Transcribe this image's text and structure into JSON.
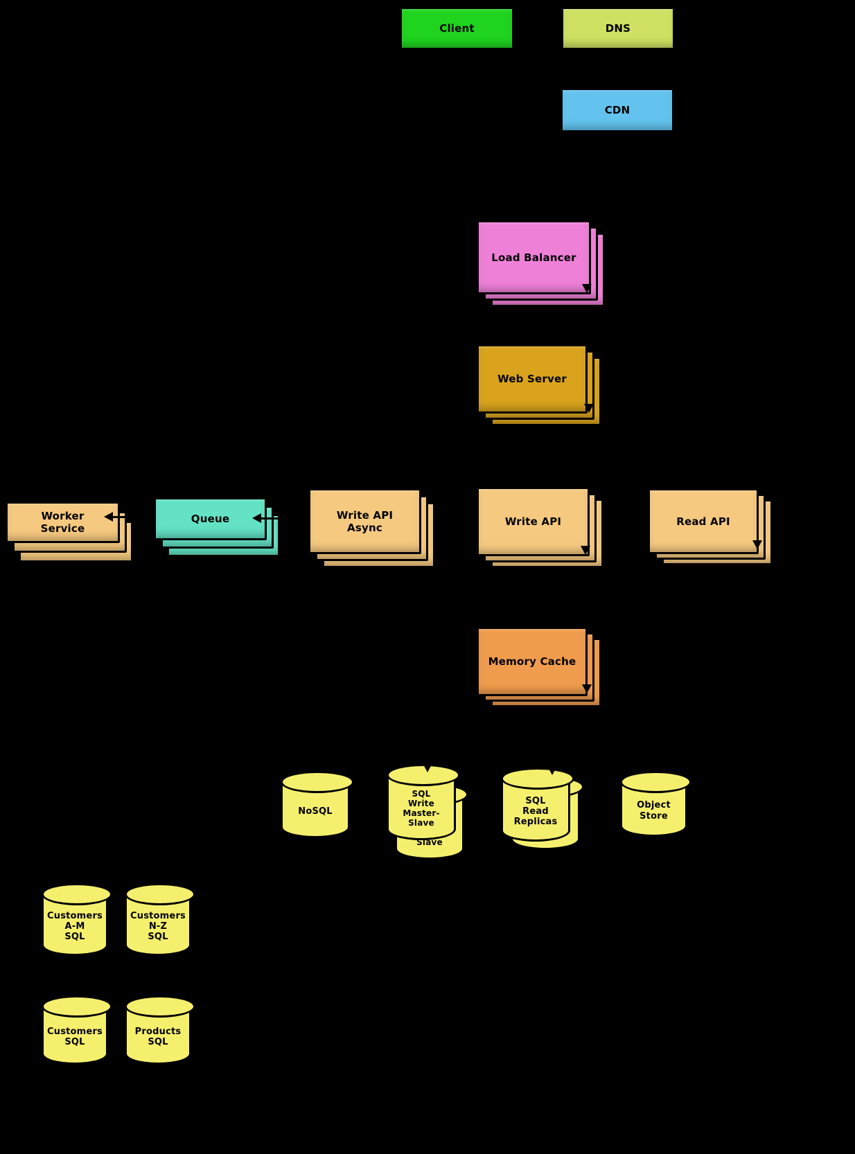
{
  "diagram": {
    "background_color": "#000000",
    "connector_color": "#000000",
    "nodes": {
      "client": {
        "label": "Client",
        "color": "#1fd31f"
      },
      "dns": {
        "label": "DNS",
        "color": "#cfe063"
      },
      "cdn": {
        "label": "CDN",
        "color": "#63c3ee"
      },
      "load_balancer": {
        "label": "Load Balancer",
        "color": "#ef80d8"
      },
      "web_server": {
        "label": "Web Server",
        "color": "#d9a31d"
      },
      "worker_service": {
        "label": "Worker\nService",
        "color": "#f5c97f"
      },
      "queue": {
        "label": "Queue",
        "color": "#63e2c5"
      },
      "write_api_async": {
        "label": "Write API\nAsync",
        "color": "#f5c97f"
      },
      "write_api": {
        "label": "Write API",
        "color": "#f5c97f"
      },
      "read_api": {
        "label": "Read API",
        "color": "#f5c97f"
      },
      "memory_cache": {
        "label": "Memory Cache",
        "color": "#f09c4e"
      },
      "nosql": {
        "label": "NoSQL",
        "color": "#f5ef6e"
      },
      "sql_write_master_slave": {
        "label": "SQL\nWrite\nMaster-\nSlave",
        "color": "#f5ef6e"
      },
      "sql_read_replicas": {
        "label": "SQL\nRead\nReplicas",
        "color": "#f5ef6e"
      },
      "object_store": {
        "label": "Object\nStore",
        "color": "#f5ef6e"
      },
      "customers_am_sql": {
        "label": "Customers\nA-M\nSQL",
        "color": "#f5ef6e"
      },
      "customers_nz_sql": {
        "label": "Customers\nN-Z\nSQL",
        "color": "#f5ef6e"
      },
      "customers_sql": {
        "label": "Customers\nSQL",
        "color": "#f5ef6e"
      },
      "products_sql": {
        "label": "Products\nSQL",
        "color": "#f5ef6e"
      }
    }
  }
}
